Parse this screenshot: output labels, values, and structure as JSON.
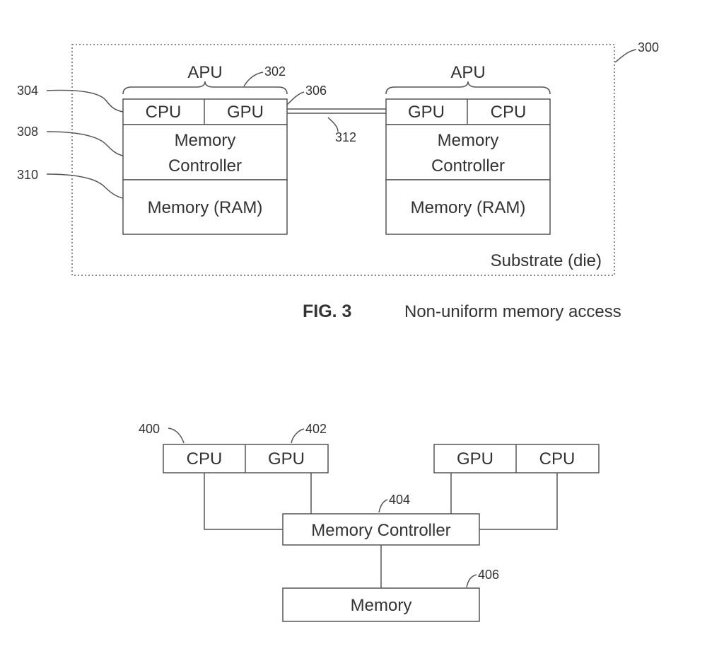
{
  "fig3": {
    "ref_substrate": "300",
    "ref_apu": "302",
    "ref_cpu": "304",
    "ref_gpu": "306",
    "ref_mem_ctrl": "308",
    "ref_ram": "310",
    "ref_link": "312",
    "left_apu": {
      "title": "APU",
      "cpu": "CPU",
      "gpu": "GPU",
      "mc_line1": "Memory",
      "mc_line2": "Controller",
      "ram": "Memory (RAM)"
    },
    "right_apu": {
      "title": "APU",
      "gpu": "GPU",
      "cpu": "CPU",
      "mc_line1": "Memory",
      "mc_line2": "Controller",
      "ram": "Memory (RAM)"
    },
    "substrate_label": "Substrate (die)",
    "fig_label": "FIG. 3",
    "caption": "Non-uniform memory access"
  },
  "fig4": {
    "ref_cpu": "400",
    "ref_gpu": "402",
    "ref_mem_ctrl": "404",
    "ref_memory": "406",
    "left_cpu": "CPU",
    "left_gpu": "GPU",
    "right_gpu": "GPU",
    "right_cpu": "CPU",
    "memory_controller": "Memory Controller",
    "memory": "Memory"
  }
}
